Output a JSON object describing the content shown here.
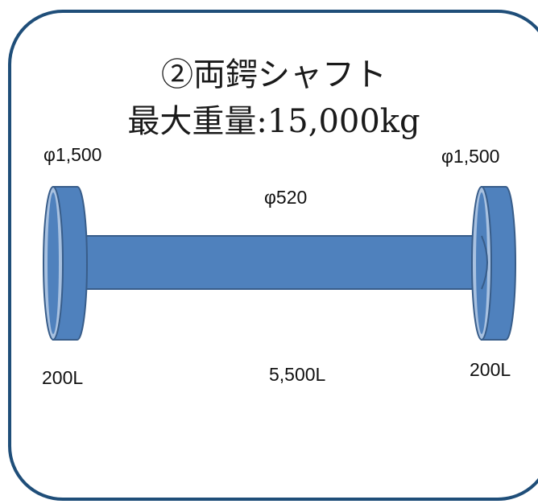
{
  "title": {
    "line1": "②両鍔シャフト",
    "line2": "最大重量:15,000kg"
  },
  "labels": {
    "left_flange_diameter": "φ1,500",
    "right_flange_diameter": "φ1,500",
    "shaft_diameter": "φ520",
    "left_flange_length": "200L",
    "shaft_length": "5,500L",
    "right_flange_length": "200L"
  },
  "colors": {
    "frame_border": "#1f4e79",
    "shaft_fill": "#4f81bd",
    "shaft_stroke": "#385d8a",
    "flange_face": "#a8c1e0"
  }
}
